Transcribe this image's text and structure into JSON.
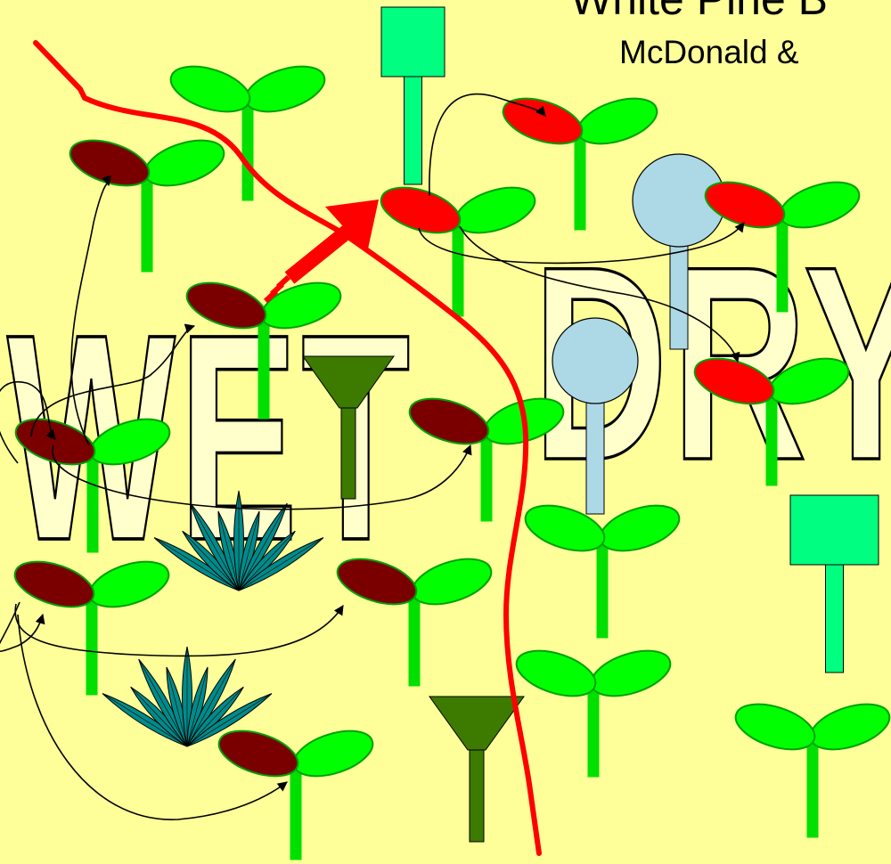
{
  "diagram": {
    "title": "White Pine B",
    "subtitle": "McDonald &",
    "zones": {
      "wet": "WET",
      "dry": "DRY"
    }
  },
  "colors": {
    "background": "#ffff99",
    "zone_letters_fill": "#ffffcc",
    "leaf_green": "#00ff00",
    "stem_green": "#00e000",
    "infected_leaf_dark": "#7a0000",
    "infected_leaf_red": "#ff0000",
    "boundary_line": "#ff0000",
    "ribes_shrub": "#008b8b",
    "square_sign": "#00ff80",
    "round_sign": "#add8e6",
    "funnel_trap": "#3d7a00"
  },
  "icons": [
    "seedling-icon",
    "infected-seedling-icon",
    "ribes-shrub-icon",
    "funnel-trap-icon",
    "square-sign-icon",
    "round-sign-icon",
    "spread-arrow-icon"
  ]
}
